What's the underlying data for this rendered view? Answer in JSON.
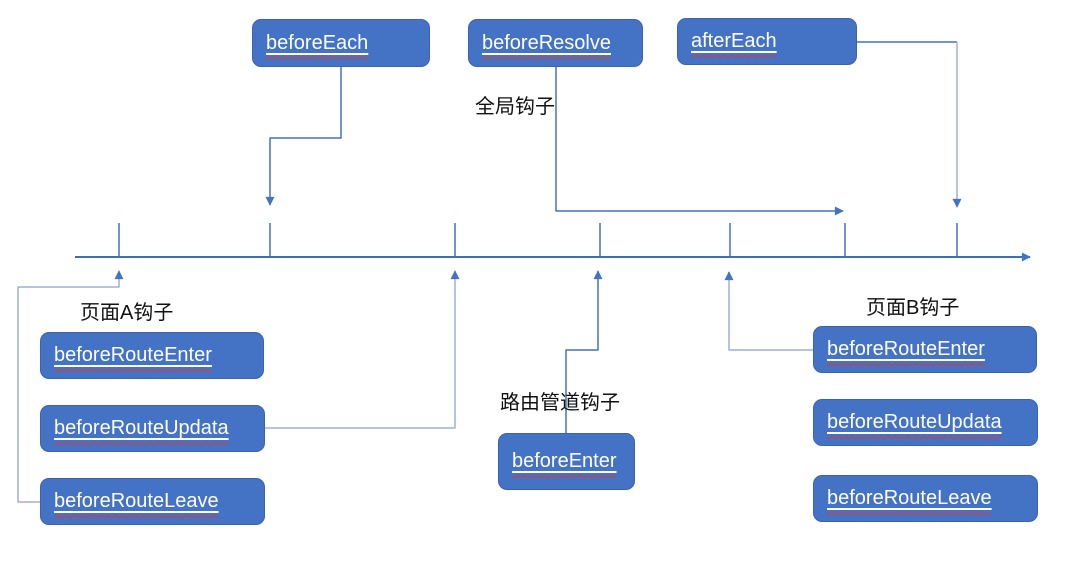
{
  "diagram": {
    "description_visible_text_only": true,
    "groups": {
      "global": {
        "label": "全局钩子",
        "hooks": [
          "beforeEach",
          "beforeResolve",
          "afterEach"
        ]
      },
      "page_a": {
        "label": "页面A钩子",
        "hooks": [
          "beforeRouteEnter",
          "beforeRouteUpdata",
          "beforeRouteLeave"
        ]
      },
      "pipeline": {
        "label": "路由管道钩子",
        "hooks": [
          "beforeEnter"
        ]
      },
      "page_b": {
        "label": "页面B钩子",
        "hooks": [
          "beforeRouteEnter",
          "beforeRouteUpdata",
          "beforeRouteLeave"
        ]
      }
    },
    "timeline": {
      "direction": "left-to-right",
      "tick_count": 7
    },
    "edges": [
      {
        "from": "beforeEach",
        "to": "timeline",
        "arrow": "down"
      },
      {
        "from": "beforeResolve",
        "to": "timeline",
        "arrow": "right"
      },
      {
        "from": "afterEach",
        "to": "timeline",
        "arrow": "down"
      },
      {
        "from": "page_a.beforeRouteLeave",
        "to": "timeline",
        "arrow": "up"
      },
      {
        "from": "page_a.beforeRouteUpdata",
        "to": "timeline",
        "arrow": "up"
      },
      {
        "from": "pipeline.beforeEnter",
        "to": "timeline",
        "arrow": "up"
      },
      {
        "from": "page_b.beforeRouteEnter",
        "to": "timeline",
        "arrow": "up"
      }
    ],
    "colors": {
      "box_fill": "#4472C4",
      "box_border": "#3A62AE",
      "box_text": "#FFFFFF",
      "spellcheck_squiggle": "#D93B33",
      "connector": "#4472C4",
      "connector_light": "#9BAFDF",
      "label_text": "#111111",
      "background": "#FFFFFF"
    }
  }
}
